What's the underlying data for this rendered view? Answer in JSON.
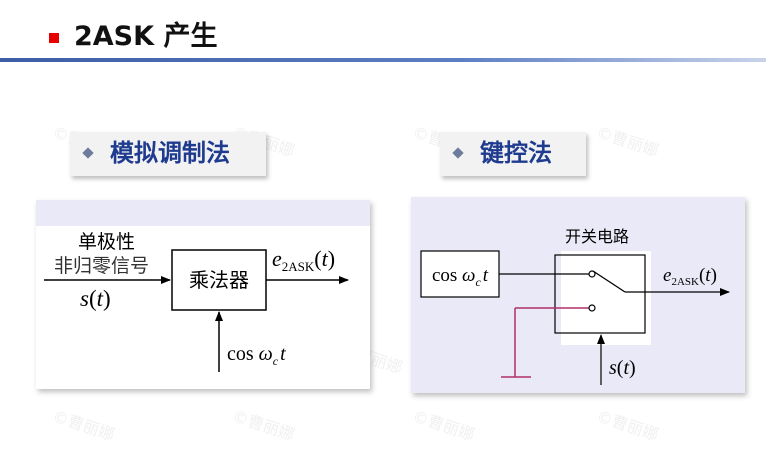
{
  "header": {
    "title": "2ASK 产生"
  },
  "watermark": "©曹丽娜",
  "left_section": {
    "label": "模拟调制法",
    "input_label_line1": "单极性",
    "input_label_line2": "非归零信号",
    "input_signal": "s",
    "multiplier_label": "乘法器",
    "output_symbol": "e",
    "output_subscript": "2ASK",
    "carrier_prefix": "cos",
    "carrier_omega": "ω",
    "carrier_sub": "c",
    "time_var": "t"
  },
  "right_section": {
    "label": "键控法",
    "switch_label": "开关电路",
    "carrier_prefix": "cos",
    "carrier_omega": "ω",
    "carrier_sub": "c",
    "time_var": "t",
    "output_symbol": "e",
    "output_subscript": "2ASK",
    "control_signal": "s"
  },
  "colors": {
    "header_bullet": "#e60000",
    "label_text": "#1f3b8f",
    "right_panel_bg": "#e9e9f7",
    "ground_line": "#b0306a"
  }
}
